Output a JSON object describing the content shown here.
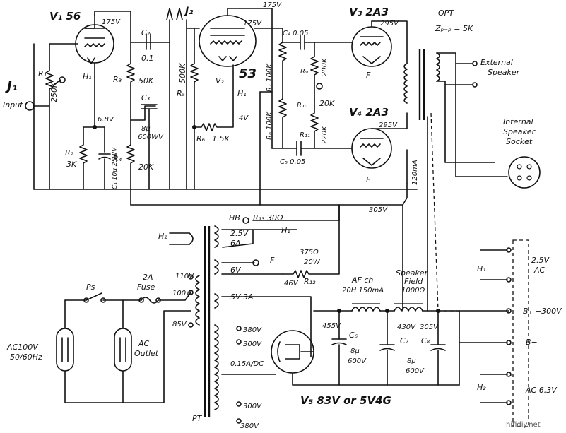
{
  "labels": {
    "v1": "V₁ 56",
    "v1_volt": "175V",
    "h1_v1": "H₁",
    "c2": "C₂",
    "c2_val": "0.1",
    "j2": "J₂",
    "v2_volt_top": "175V",
    "v2_volt": "175V",
    "v2": "V₂",
    "v2_type": "53",
    "h1_v2": "H₁",
    "v3": "V₃ 2A3",
    "v3_volt": "295V",
    "opt": "OPT",
    "opt_imp": "Zₚ₋ₚ = 5K",
    "ext_speaker_1": "External",
    "ext_speaker_2": "Speaker",
    "int_speaker_1": "Internal",
    "int_speaker_2": "Speaker",
    "int_speaker_3": "Socket",
    "j1": "J₁",
    "j1_input": "Input",
    "r1": "R₁",
    "r1_val": "250K",
    "h1_input": "H₁",
    "v_68": "6.8V",
    "r2": "R₂",
    "r2_val": "3K",
    "c1": "C₁ 10μ 25WV",
    "r3": "R₃",
    "r3_val": "50K",
    "c3": "C₃",
    "c3_val1": "8μ",
    "c3_val2": "600WV",
    "r4": "R₄",
    "r4_val": "20K",
    "r5": "R₅",
    "r5_val": "500K",
    "r6": "R₆",
    "r6_val": "1.5K",
    "v_4": "4V",
    "c4": "C₄ 0.05",
    "r7": "R₇ 100K",
    "r9": "R₉",
    "r9_val": "200K",
    "r10": "R₁₀",
    "r10_val": "20K",
    "r8": "R₈ 100K",
    "r11": "R₁₁",
    "r11_val": "220K",
    "c5": "C₅ 0.05",
    "v4": "V₄ 2A3",
    "v4_volt": "295V",
    "f_v3": "F",
    "f_v4": "F",
    "ma120": "120mA",
    "v305_top": "305V",
    "hb": "HB",
    "r13": "R₁₃ 30Ω",
    "h2_left": "H₂",
    "v25": "2.5V",
    "a6": "6A",
    "h1_pt": "H₁",
    "v6": "6V",
    "f_pt": "F",
    "r12_val1": "375Ω",
    "r12_val2": "20W",
    "r12": "R₁₂",
    "v46": "46V",
    "ps": "Ps",
    "fuse1": "2A",
    "fuse2": "Fuse",
    "v110": "110V",
    "v100": "100V",
    "v85": "85V",
    "v5_3a": "5V 3A",
    "ac100_1": "AC100V",
    "ac100_2": "50/60Hz",
    "ac_outlet_1": "AC",
    "ac_outlet_2": "Outlet",
    "v380a": "380V",
    "v300a": "300V",
    "dc": "0.15A/DC",
    "v300b": "300V",
    "v380b": "380V",
    "pt": "PT",
    "afch1": "AF ch",
    "afch2": "20H 150mA",
    "spk_field1": "Speaker",
    "spk_field2": "Field",
    "spk_field3": "1000Ω",
    "v455": "455V",
    "v430": "430V",
    "v305b": "305V",
    "c6": "C₆",
    "c6_val1": "8μ",
    "c6_val2": "600V",
    "c7": "C₇",
    "c8": "C₈",
    "c78_val1": "8μ",
    "c78_val2": "600V",
    "v5": "V₅ 83V or 5V4G",
    "h1_right": "H₁",
    "ac25_1": "2.5V",
    "ac25_2": "AC",
    "b_plus": "B₊ +300V",
    "b_minus": "B−",
    "h2_right": "H₂",
    "ac63": "AC 6.3V",
    "watermark": "hifidiy.net"
  }
}
